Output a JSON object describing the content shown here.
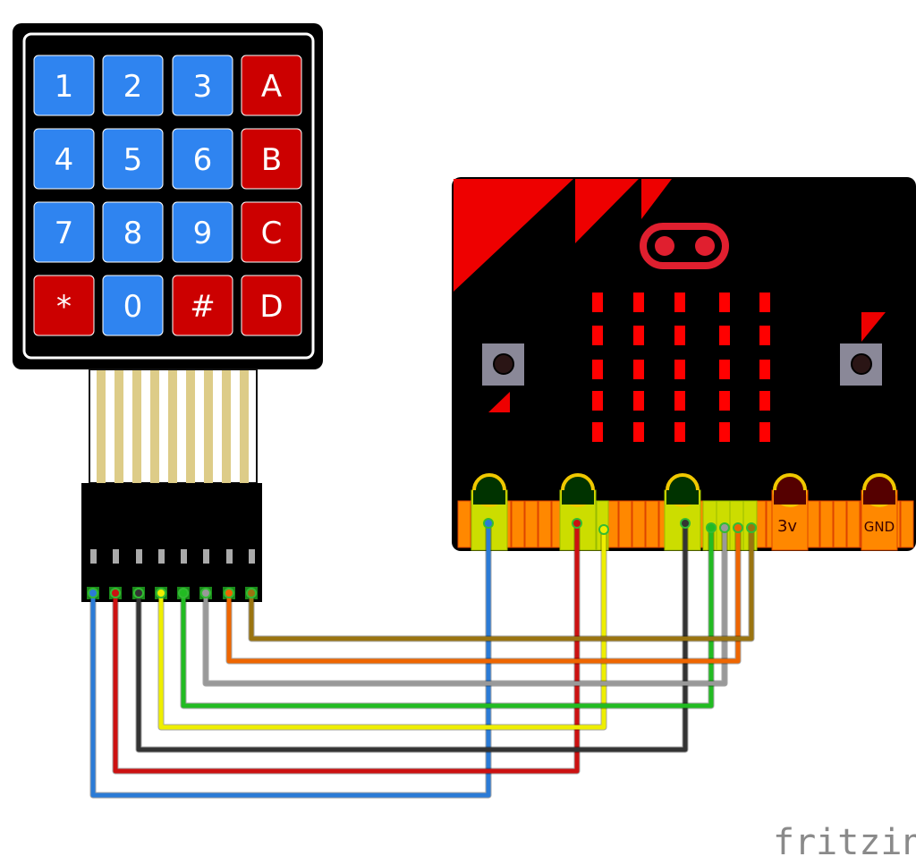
{
  "keypad": {
    "keys": [
      {
        "label": "1",
        "color": "#2f84f0"
      },
      {
        "label": "2",
        "color": "#2f84f0"
      },
      {
        "label": "3",
        "color": "#2f84f0"
      },
      {
        "label": "A",
        "color": "#cc0000"
      },
      {
        "label": "4",
        "color": "#2f84f0"
      },
      {
        "label": "5",
        "color": "#2f84f0"
      },
      {
        "label": "6",
        "color": "#2f84f0"
      },
      {
        "label": "B",
        "color": "#cc0000"
      },
      {
        "label": "7",
        "color": "#2f84f0"
      },
      {
        "label": "8",
        "color": "#2f84f0"
      },
      {
        "label": "9",
        "color": "#2f84f0"
      },
      {
        "label": "C",
        "color": "#cc0000"
      },
      {
        "label": "*",
        "color": "#cc0000"
      },
      {
        "label": "0",
        "color": "#2f84f0"
      },
      {
        "label": "#",
        "color": "#cc0000"
      },
      {
        "label": "D",
        "color": "#cc0000"
      }
    ],
    "ribbon_color": "#ddcc88"
  },
  "microbit": {
    "board_color": "#000000",
    "accent_color": "#ee0000",
    "pin_labels": {
      "threev": "3v",
      "gnd": "GND"
    }
  },
  "wires": [
    {
      "color": "#2b7bd6"
    },
    {
      "color": "#cc1111"
    },
    {
      "color": "#333333"
    },
    {
      "color": "#eeee00"
    },
    {
      "color": "#22bb22"
    },
    {
      "color": "#999999"
    },
    {
      "color": "#ee6600"
    },
    {
      "color": "#9a7410"
    }
  ],
  "logo": {
    "text": "fritzing"
  }
}
